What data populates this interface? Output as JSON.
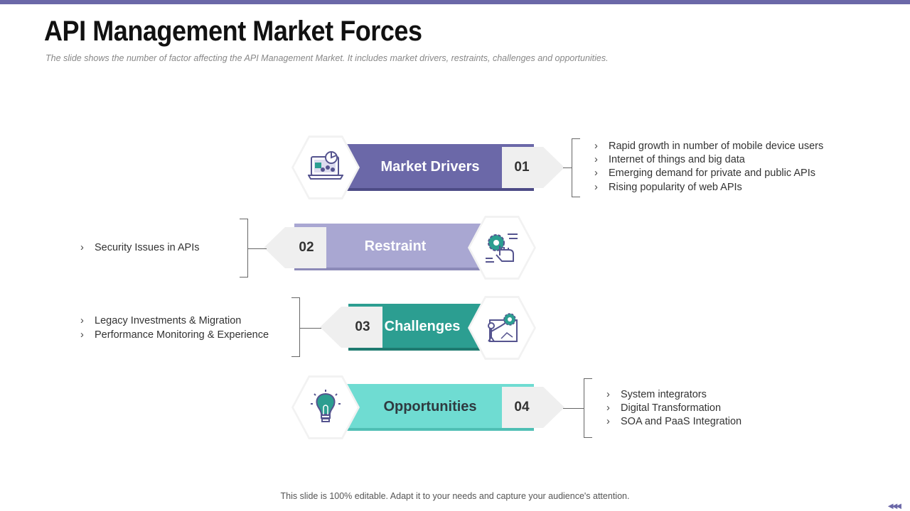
{
  "header": {
    "title": "API Management Market Forces",
    "subtitle": "The  slide shows the number of factor affecting the API Management  Market. It includes market drivers, restraints, challenges and opportunities."
  },
  "forces": [
    {
      "label": "Market Drivers",
      "number": "01",
      "color": "#6b68a8",
      "icon": "laptop-chart-icon",
      "items": [
        "Rapid growth in number of mobile device users",
        "Internet of things and big data",
        "Emerging demand for private and public APIs",
        "Rising popularity of web APIs"
      ]
    },
    {
      "label": "Restraint",
      "number": "02",
      "color": "#a9a7d2",
      "icon": "gear-hand-icon",
      "items": [
        "Security Issues in APIs"
      ]
    },
    {
      "label": "Challenges",
      "number": "03",
      "color": "#2c9e91",
      "icon": "person-gear-icon",
      "items": [
        "Legacy Investments & Migration",
        "Performance Monitoring & Experience"
      ]
    },
    {
      "label": "Opportunities",
      "number": "04",
      "color": "#6fdcd2",
      "icon": "lightbulb-icon",
      "items": [
        "System integrators",
        "Digital Transformation",
        "SOA and PaaS Integration"
      ]
    }
  ],
  "footer": {
    "note": "This slide is 100% editable. Adapt it to your needs and capture your audience's attention."
  }
}
